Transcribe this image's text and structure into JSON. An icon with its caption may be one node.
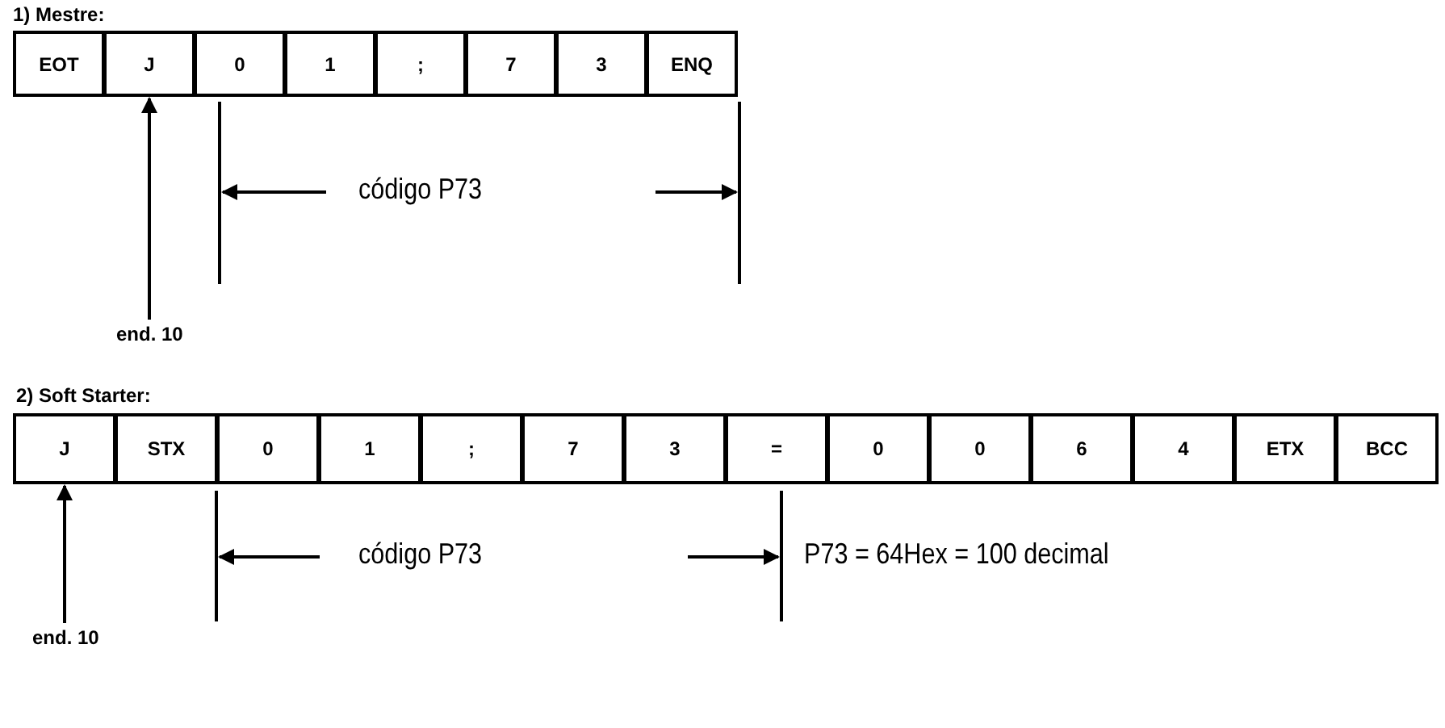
{
  "diagram": {
    "nodes": [
      {
        "text": [
          "EOT"
        ]
      },
      {
        "text": [
          "J"
        ]
      },
      {
        "text": [
          "0"
        ]
      },
      {
        "text": [
          "1"
        ]
      },
      {
        "text": [
          ";"
        ]
      },
      {
        "text": [
          "7"
        ]
      },
      {
        "text": [
          "3"
        ]
      },
      {
        "text": [
          "ENQ"
        ]
      },
      {
        "text": [
          "end. 10"
        ]
      },
      {
        "text": [
          "J"
        ]
      },
      {
        "text": [
          "STX"
        ]
      },
      {
        "text": [
          "0"
        ]
      },
      {
        "text": [
          "1"
        ]
      },
      {
        "text": [
          ";"
        ]
      },
      {
        "text": [
          "7"
        ]
      },
      {
        "text": [
          "3"
        ]
      },
      {
        "text": [
          "="
        ]
      },
      {
        "text": [
          "0"
        ]
      },
      {
        "text": [
          "0"
        ]
      },
      {
        "text": [
          "6"
        ]
      },
      {
        "text": [
          "4"
        ]
      },
      {
        "text": [
          "ETX"
        ]
      },
      {
        "text": [
          "BCC"
        ]
      },
      {
        "text": [
          "end. 10"
        ]
      }
    ],
    "edges": [
      {
        "from": 8,
        "to": 1,
        "arrow": "to"
      },
      {
        "from": 23,
        "to": 9,
        "arrow": "to"
      }
    ],
    "labels": [
      "1) Mestre:",
      "código P73",
      "2) Soft Starter:",
      "código  P73",
      "P73 = 64Hex = 100 decimal"
    ]
  }
}
